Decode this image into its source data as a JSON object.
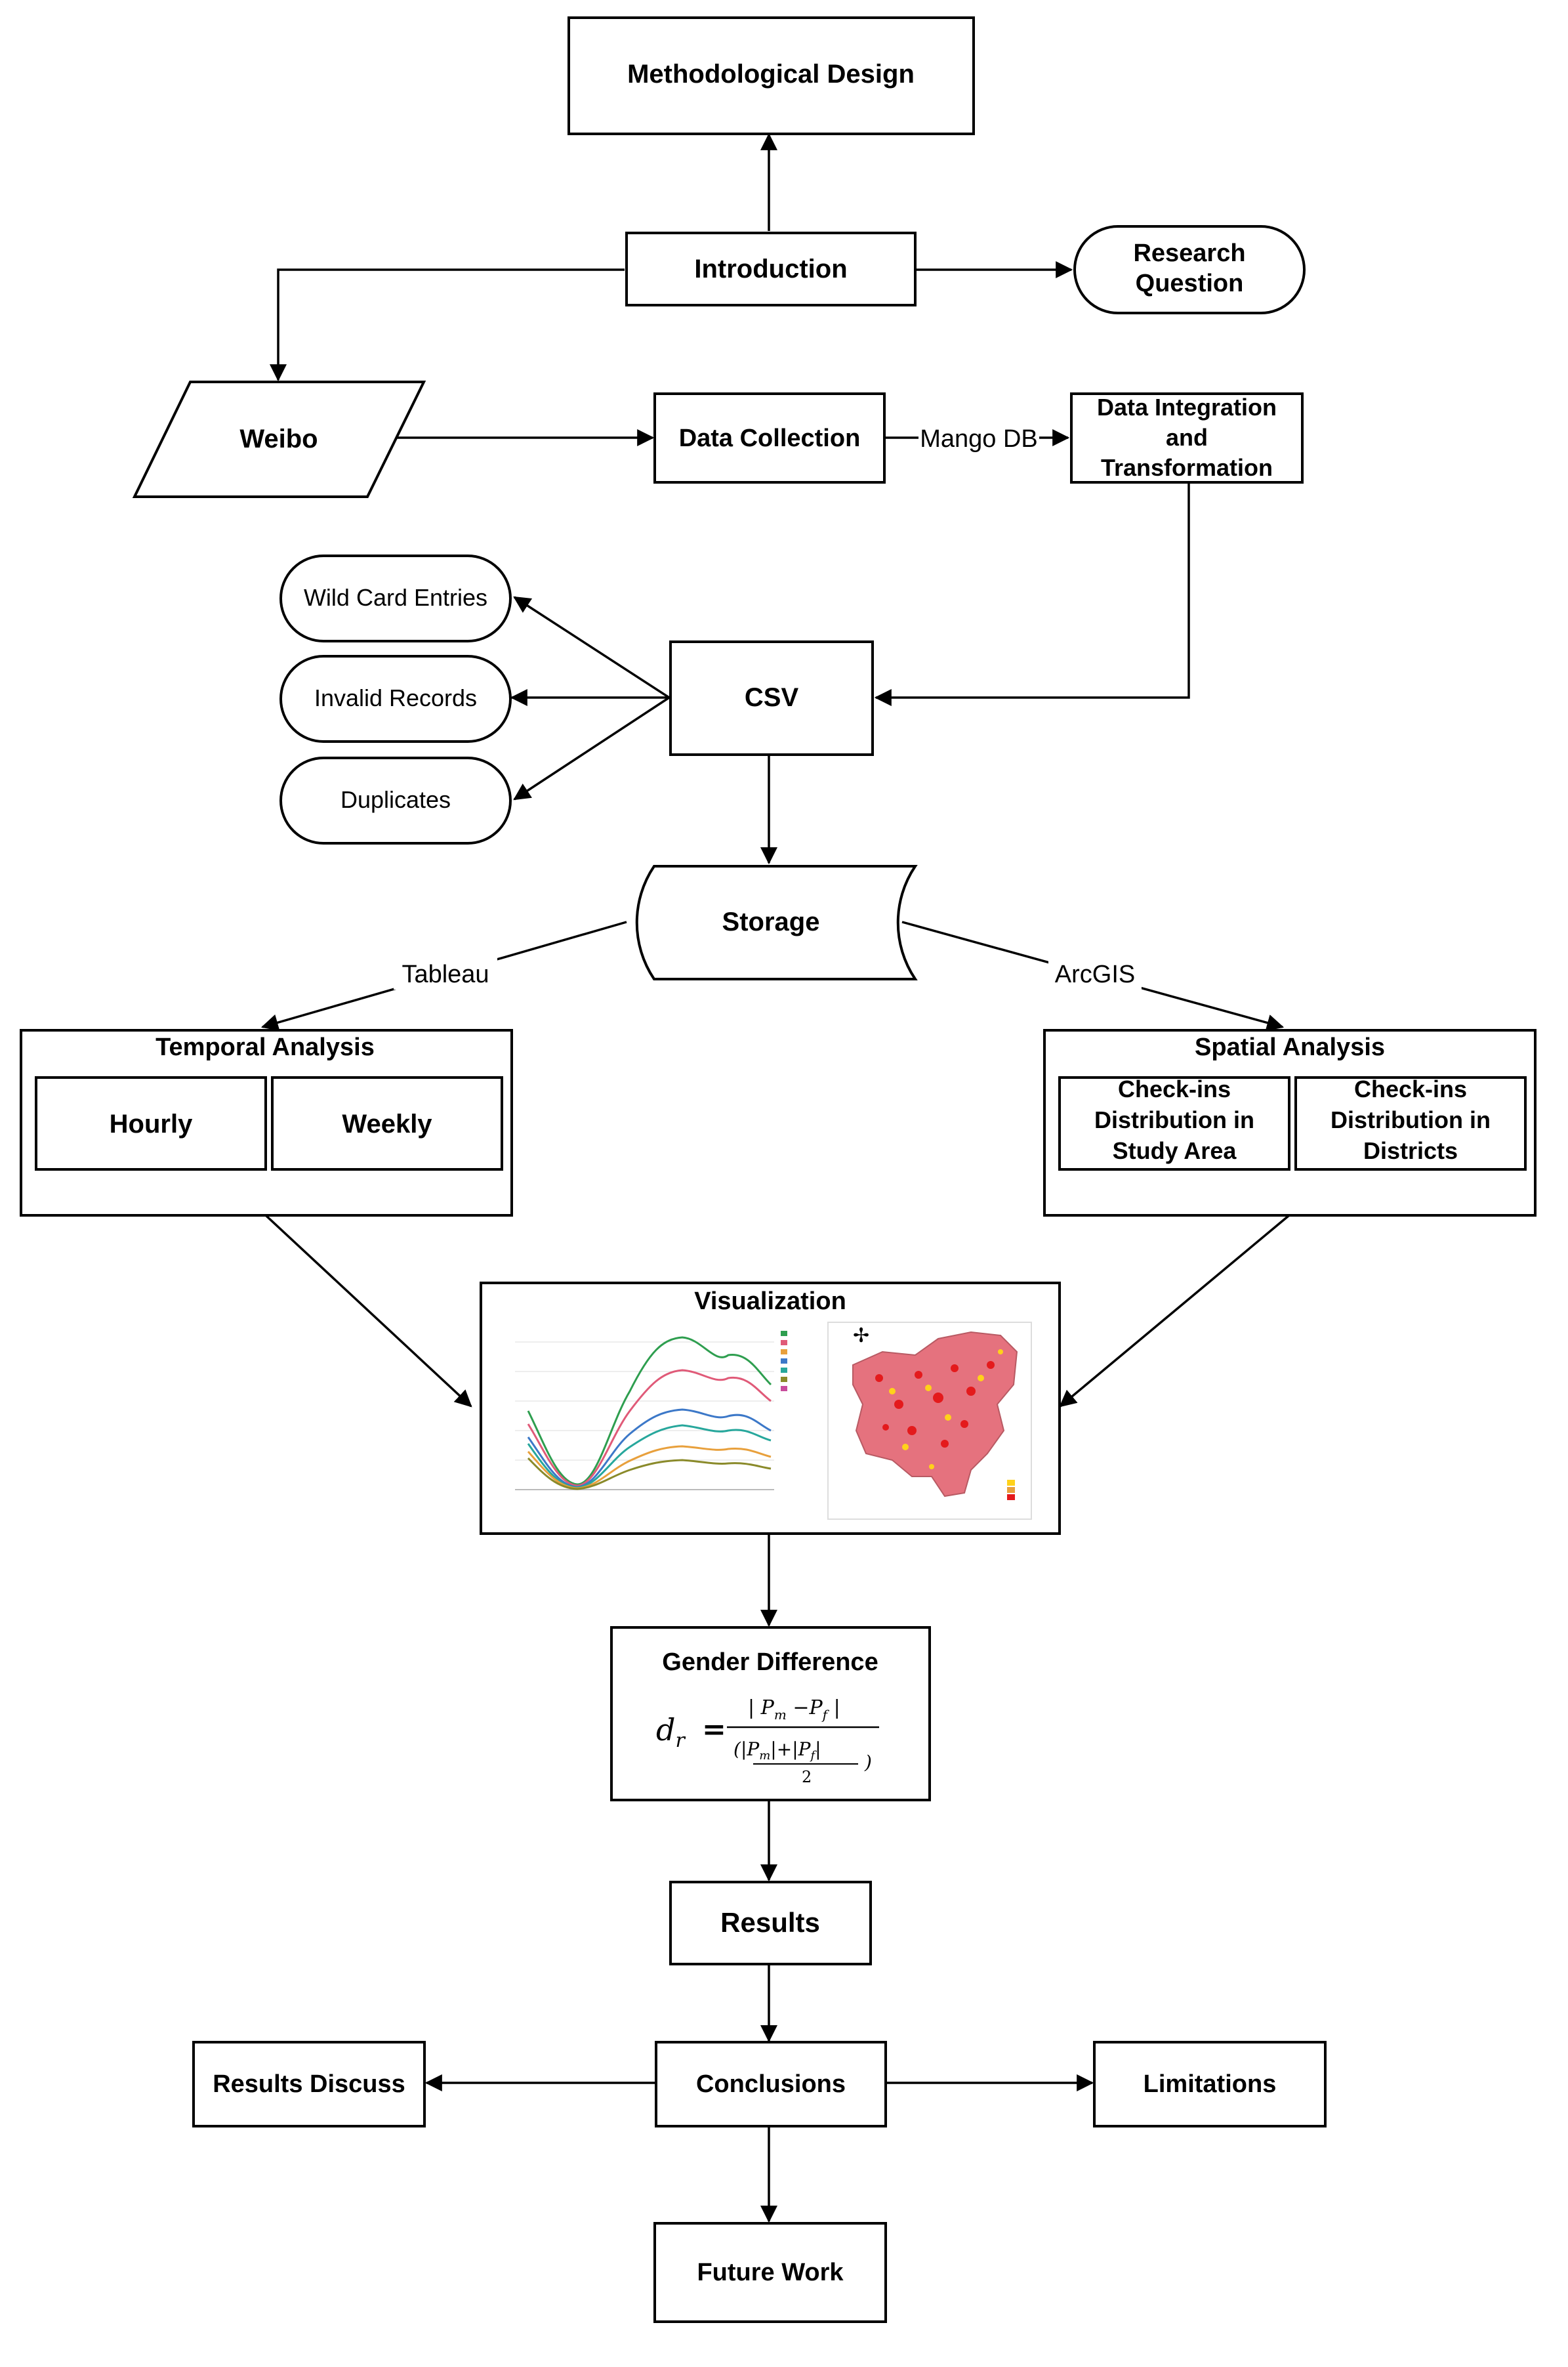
{
  "nodes": {
    "methodological_design": "Methodological Design",
    "introduction": "Introduction",
    "research_question": [
      "Research",
      "Question"
    ],
    "weibo": "Weibo",
    "data_collection": "Data Collection",
    "data_integration": [
      "Data Integration",
      "and",
      "Transformation"
    ],
    "wild_card": "Wild Card Entries",
    "invalid_records": "Invalid Records",
    "duplicates": "Duplicates",
    "csv": "CSV",
    "storage": "Storage",
    "temporal_analysis": "Temporal Analysis",
    "hourly": "Hourly",
    "weekly": "Weekly",
    "spatial_analysis": "Spatial Analysis",
    "checkins_study_area": [
      "Check-ins",
      "Distribution in",
      "Study Area"
    ],
    "checkins_districts": [
      "Check-ins",
      "Distribution in",
      "Districts"
    ],
    "visualization": "Visualization",
    "gender_difference": "Gender Difference",
    "results": "Results",
    "conclusions": "Conclusions",
    "results_discuss": "Results Discuss",
    "limitations": "Limitations",
    "future_work": "Future Work"
  },
  "edge_labels": {
    "mango_db": "Mango DB",
    "tableau": "Tableau",
    "arcgis": "ArcGIS"
  },
  "formula": {
    "lhs": "d",
    "lhs_sub": "r",
    "equals": "=",
    "numerator": "| P",
    "num_sub_m": "m",
    "num_minus": " −P",
    "num_sub_f": "f",
    "num_close": " |",
    "denominator": "(",
    "den_pm": "|P",
    "den_sub_m": "m",
    "den_mid": "|+|P",
    "den_sub_f": "f",
    "den_close": "|",
    "den_two": "2",
    "den_paren": ")"
  },
  "thumbnail_colors": {
    "series": [
      "#2e9e4f",
      "#e05a78",
      "#e8a03c",
      "#3c78c8",
      "#27a79c",
      "#8a8a2a",
      "#c84c9c"
    ],
    "map_fill": "#e5727e",
    "map_hot": "#e41a1c",
    "map_warm": "#ffd21a"
  }
}
